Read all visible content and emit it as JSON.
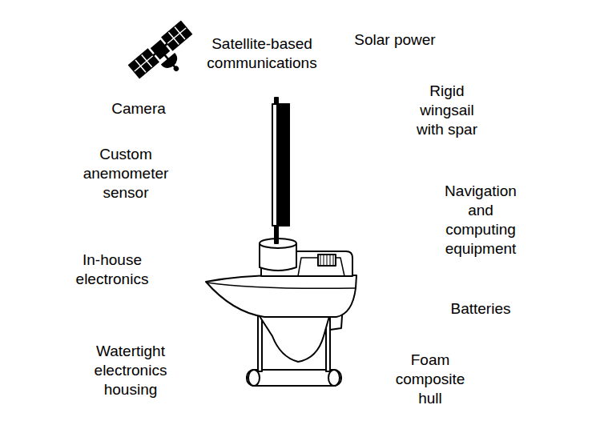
{
  "diagram": {
    "labels": [
      "Satellite-based communications",
      "Solar power",
      "Camera",
      "Rigid wingsail with spar",
      "Custom anemometer sensor",
      "Navigation and computing equipment",
      "In-house electronics",
      "Batteries",
      "Watertight electronics housing",
      "Foam composite hull"
    ]
  }
}
